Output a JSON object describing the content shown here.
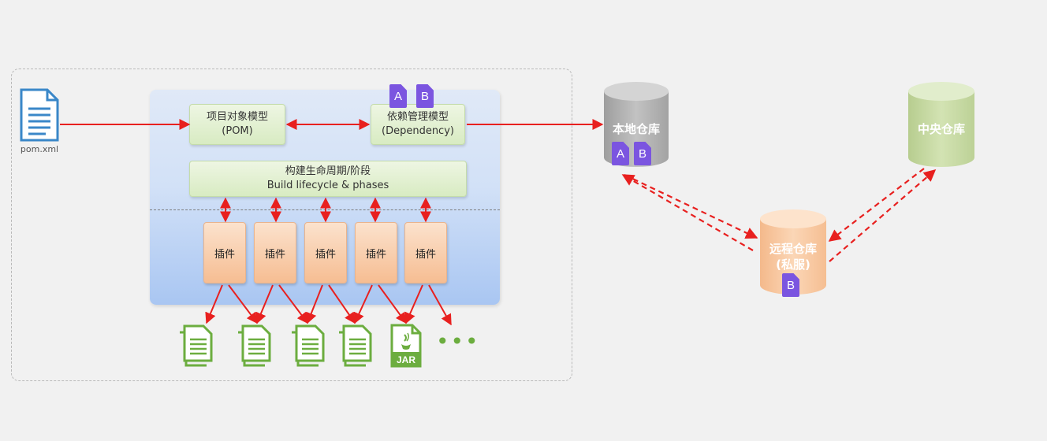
{
  "pom_file": {
    "label": "pom.xml"
  },
  "model": {
    "pom": {
      "line1": "项目对象模型",
      "line2": "(POM)"
    },
    "dependency": {
      "line1": "依赖管理模型",
      "line2": "(Dependency)",
      "tags": [
        "A",
        "B"
      ]
    }
  },
  "lifecycle": {
    "line1": "构建生命周期/阶段",
    "line2": "Build lifecycle & phases"
  },
  "plugins": [
    "插件",
    "插件",
    "插件",
    "插件",
    "插件"
  ],
  "outputs": {
    "jar_label": "JAR",
    "more": "•••"
  },
  "repositories": {
    "local": {
      "label": "本地仓库",
      "tags": [
        "A",
        "B"
      ],
      "color": "#b3b3b3"
    },
    "central": {
      "label": "中央仓库",
      "color": "#c6d9a4"
    },
    "remote": {
      "line1": "远程仓库",
      "line2": "(私服)",
      "tags": [
        "B"
      ],
      "color": "#f8c9a3"
    }
  },
  "colors": {
    "arrow": "#e8201f",
    "tag": "#7b55e0",
    "doc": "#6cad3f",
    "pom_file": "#3a87c8"
  }
}
